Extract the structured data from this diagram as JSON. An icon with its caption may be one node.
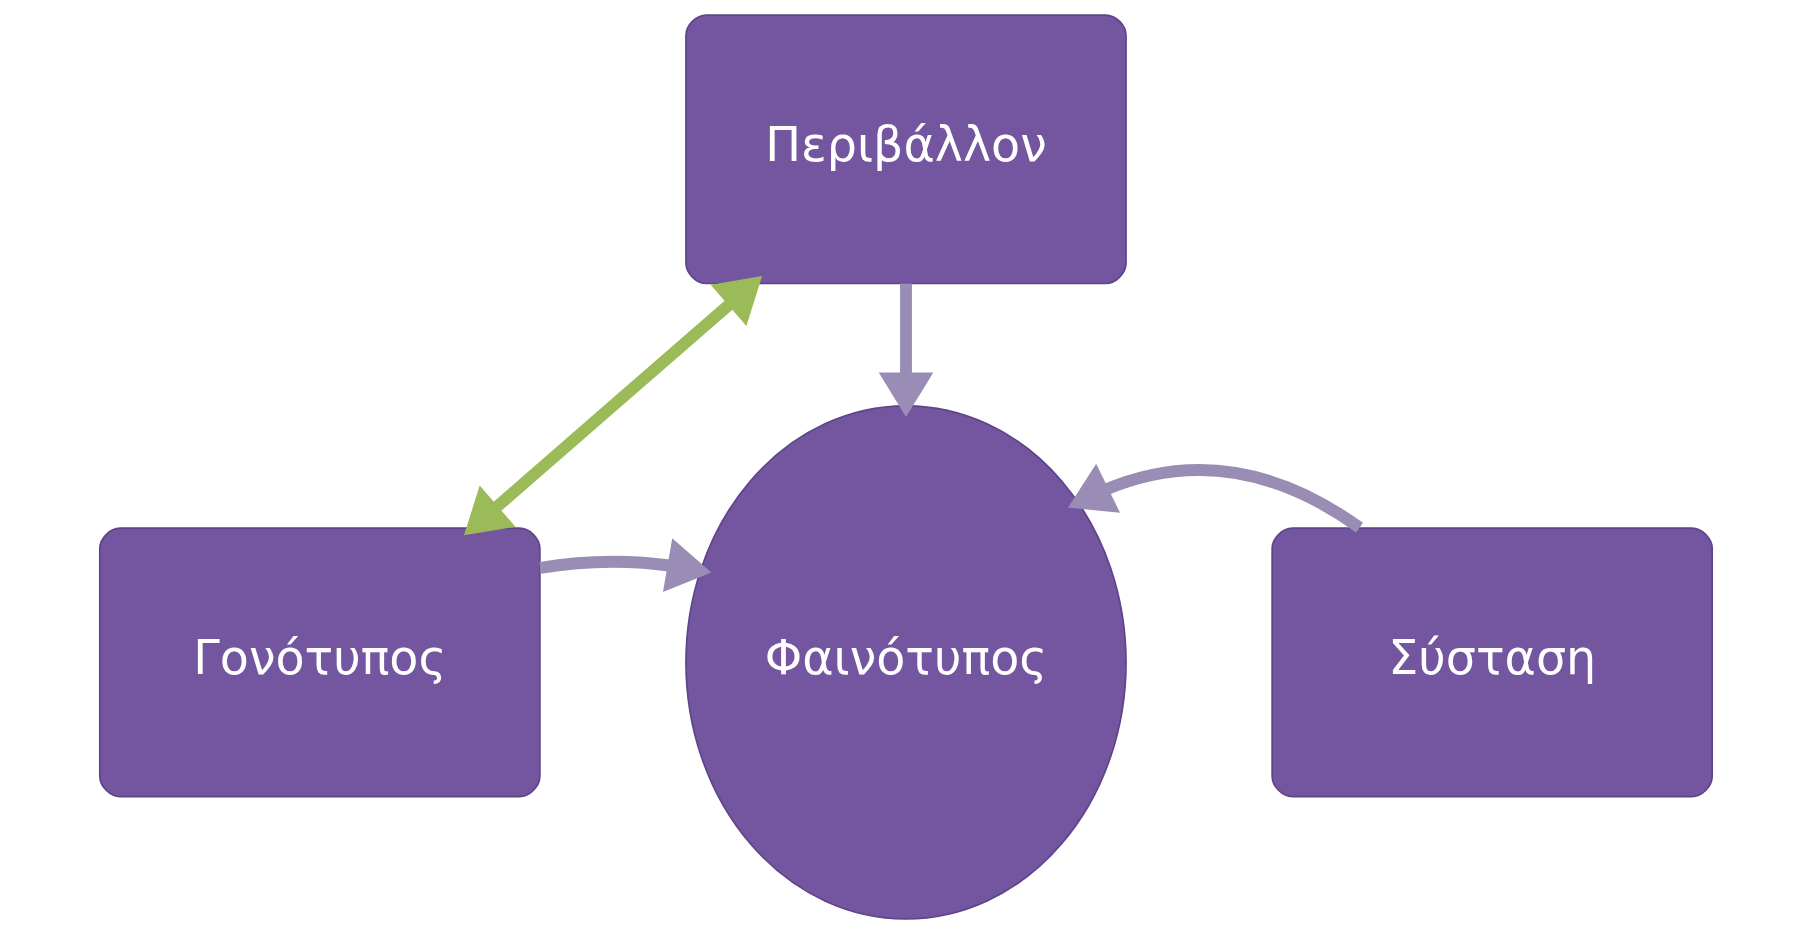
{
  "diagram": {
    "nodes": [
      {
        "text": [
          "Περιβάλλον"
        ]
      },
      {
        "text": [
          "Γονότυπος"
        ]
      },
      {
        "text": [
          "Φαινότυπος"
        ]
      },
      {
        "text": [
          "Σύσταση"
        ]
      }
    ],
    "edges": [
      {
        "from": 0,
        "to": 2,
        "arrow": "to"
      },
      {
        "from": 1,
        "to": 2,
        "arrow": "to"
      },
      {
        "from": 3,
        "to": 2,
        "arrow": "to"
      },
      {
        "from": 1,
        "to": 0,
        "arrow": "both",
        "color": "#9bbb59"
      }
    ]
  }
}
